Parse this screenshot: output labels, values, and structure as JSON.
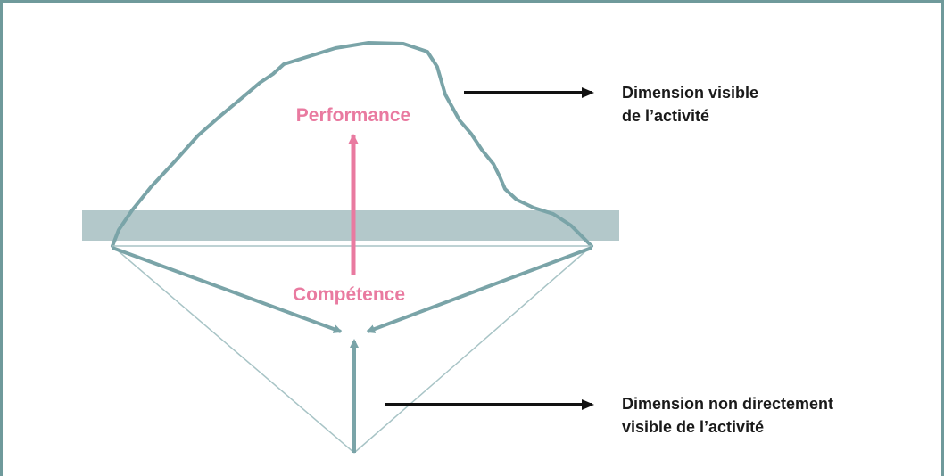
{
  "diagram": {
    "labels": {
      "performance": "Performance",
      "competence": "Compétence",
      "visible_line1": "Dimension visible",
      "visible_line2": "de l’activité",
      "hidden_line1": "Dimension non directement",
      "hidden_line2": "visible de l’activité"
    },
    "colors": {
      "frame": "#6f9a9b",
      "outline": "#7aa4a8",
      "waterline": "#b3c8ca",
      "thin_lines": "#a8c4c6",
      "accent": "#e97aa0",
      "pointer_arrows": "#111111"
    }
  }
}
